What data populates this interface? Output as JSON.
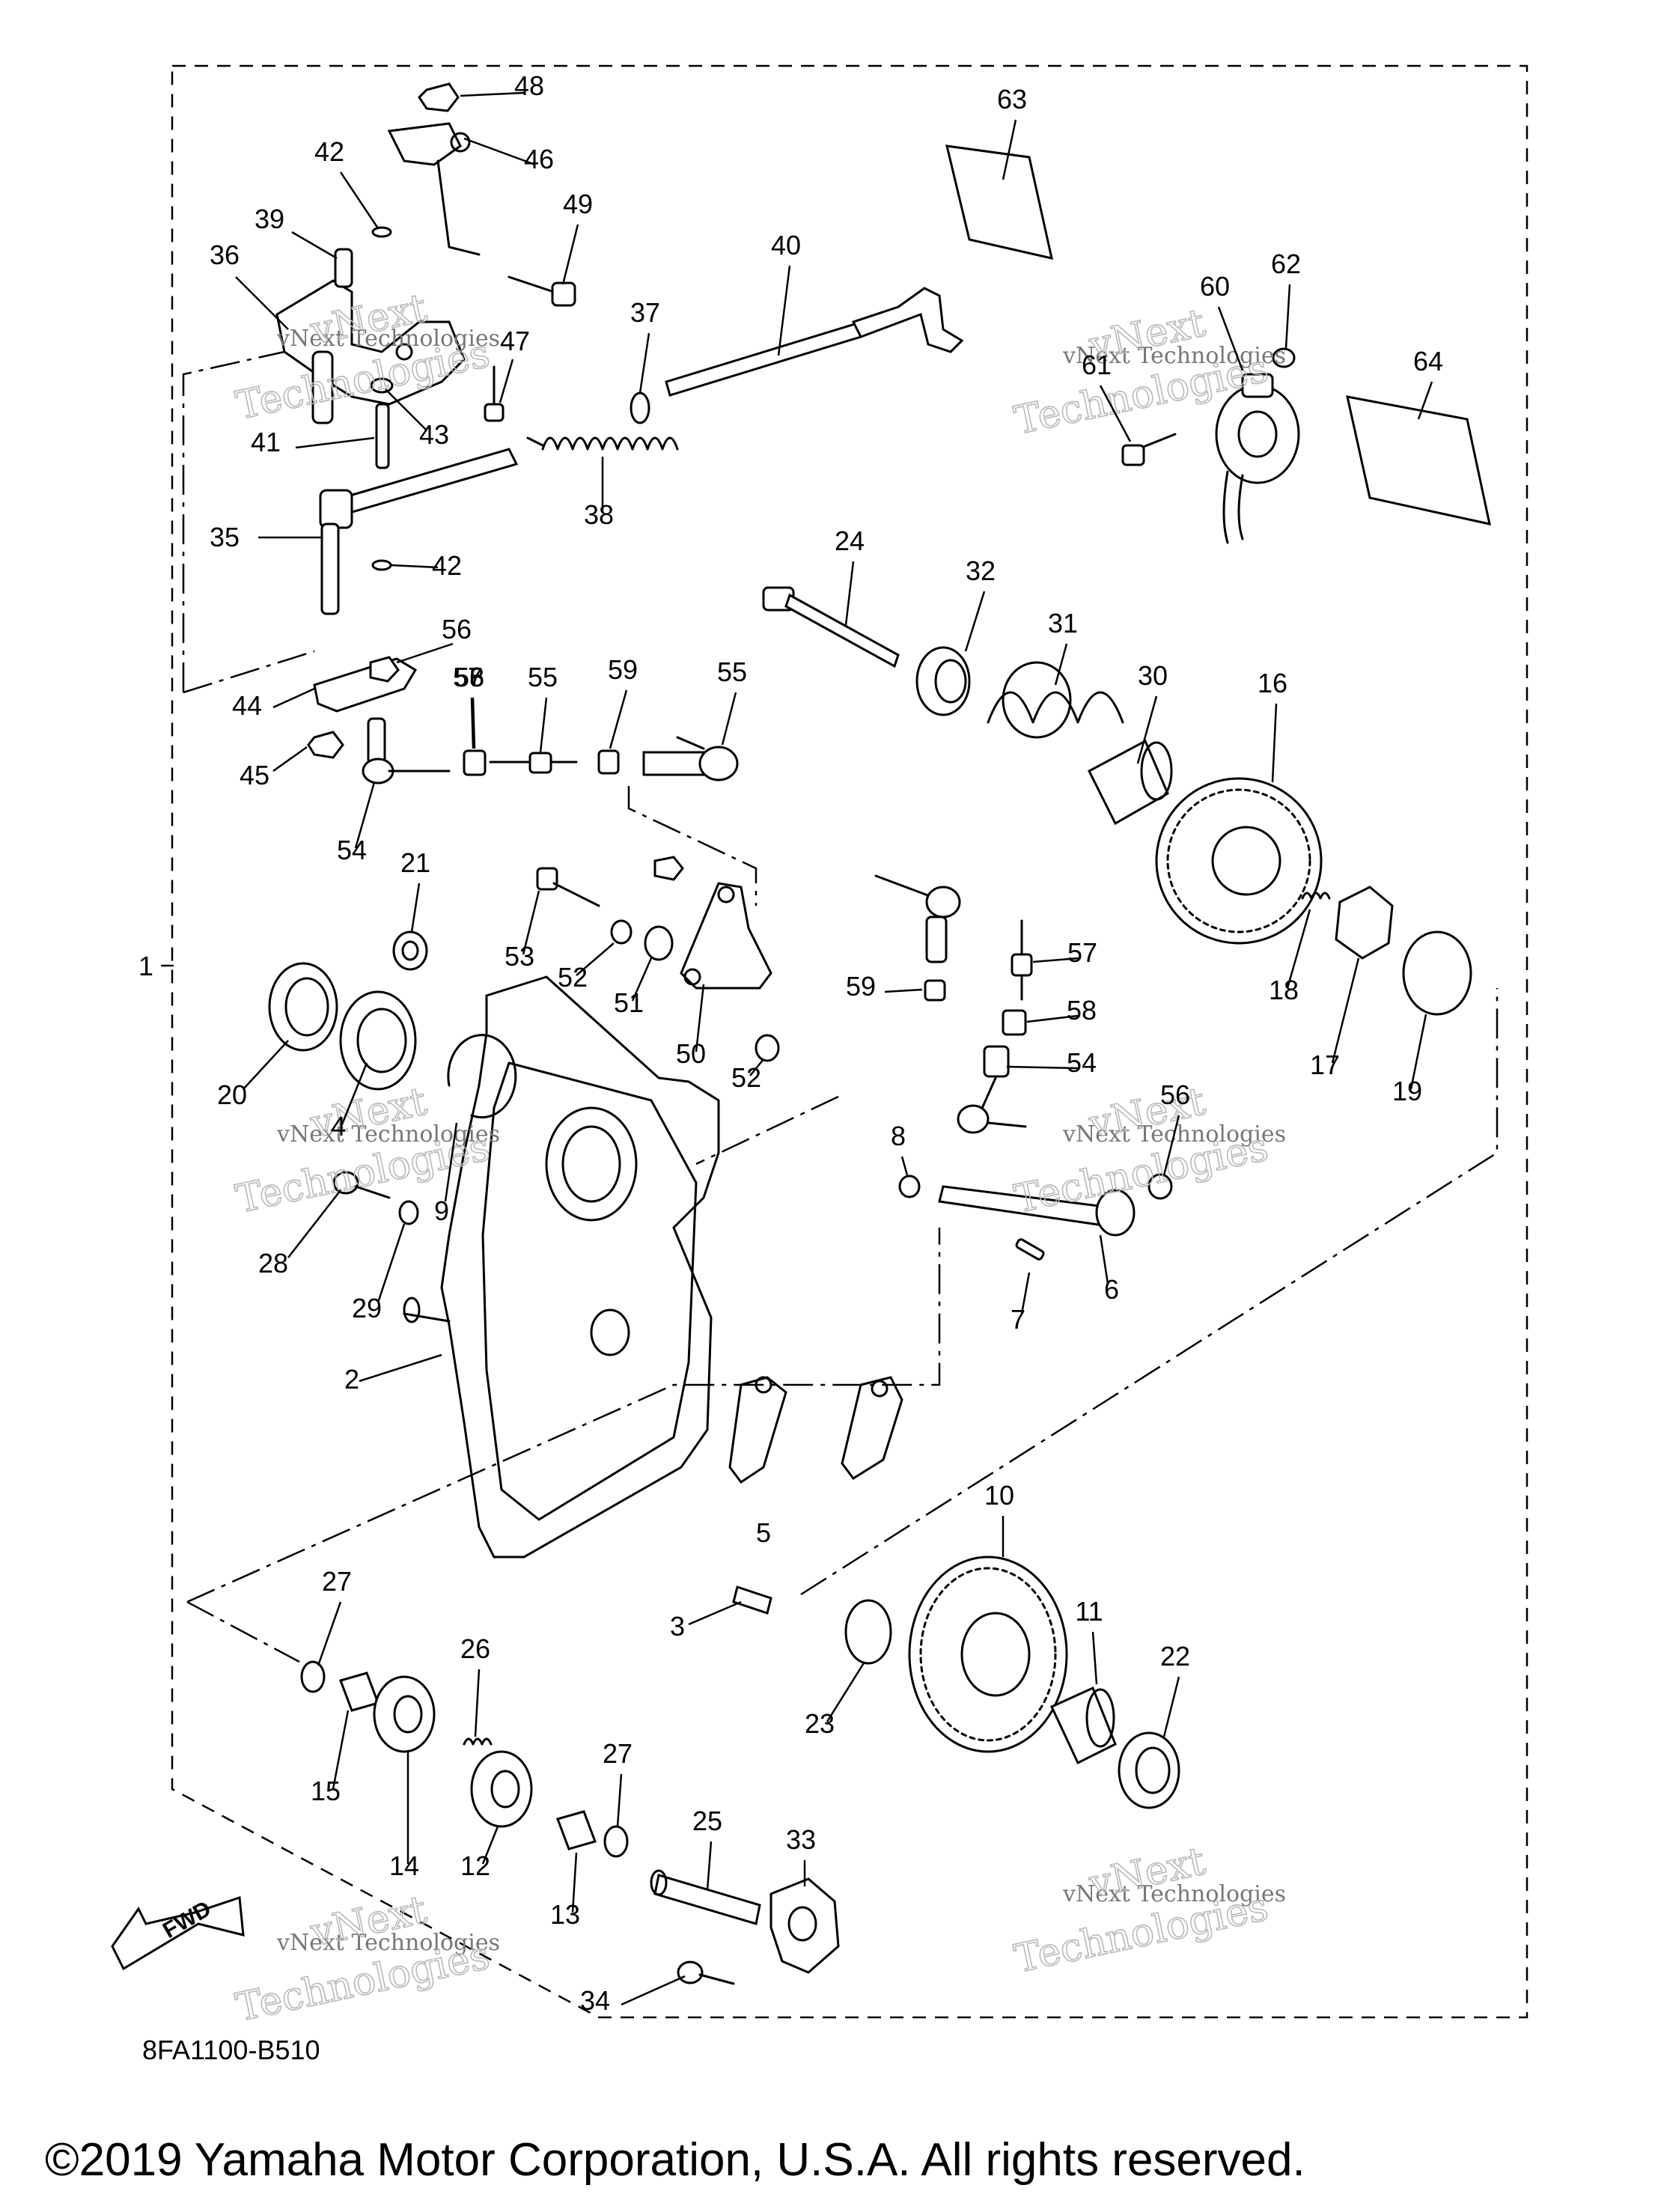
{
  "diagram": {
    "code": "8FA1100-B510",
    "copyright": "©2019 Yamaha Motor Corporation, U.S.A. All rights reserved.",
    "fwd_label": "FWD",
    "watermark": {
      "line1": "vNext Technologies",
      "line2": "vNext",
      "line3": "Technologies"
    },
    "callouts": [
      "1",
      "2",
      "3",
      "5",
      "6",
      "7",
      "8",
      "9",
      "10",
      "11",
      "12",
      "13",
      "14",
      "15",
      "16",
      "17",
      "18",
      "19",
      "20",
      "21",
      "22",
      "23",
      "24",
      "25",
      "26",
      "27",
      "27",
      "28",
      "29",
      "30",
      "31",
      "32",
      "33",
      "34",
      "35",
      "36",
      "37",
      "38",
      "39",
      "40",
      "41",
      "42",
      "42",
      "43",
      "44",
      "45",
      "46",
      "47",
      "48",
      "49",
      "50",
      "51",
      "52",
      "52",
      "53",
      "54",
      "54",
      "55",
      "55",
      "56",
      "56",
      "56",
      "57",
      "57",
      "58",
      "58",
      "59",
      "59",
      "60",
      "61",
      "62",
      "63",
      "64",
      "4"
    ]
  }
}
